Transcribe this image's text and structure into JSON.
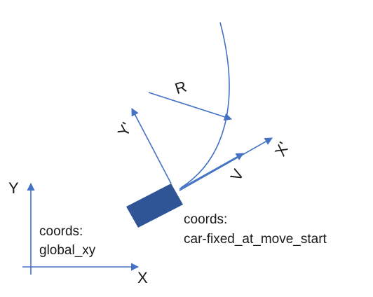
{
  "global_frame": {
    "x_label": "X",
    "y_label": "Y",
    "coords_caption": "coords:",
    "coords_name": "global_xy"
  },
  "car_frame": {
    "x_label": "X'",
    "y_label": "Y'",
    "coords_caption": "coords:",
    "coords_name": "car-fixed_at_move_start"
  },
  "velocity_label": "V",
  "radius_label": "R",
  "colors": {
    "axis": "#4472c4",
    "car_body": "#2f5597",
    "text": "#1a1a1a"
  }
}
